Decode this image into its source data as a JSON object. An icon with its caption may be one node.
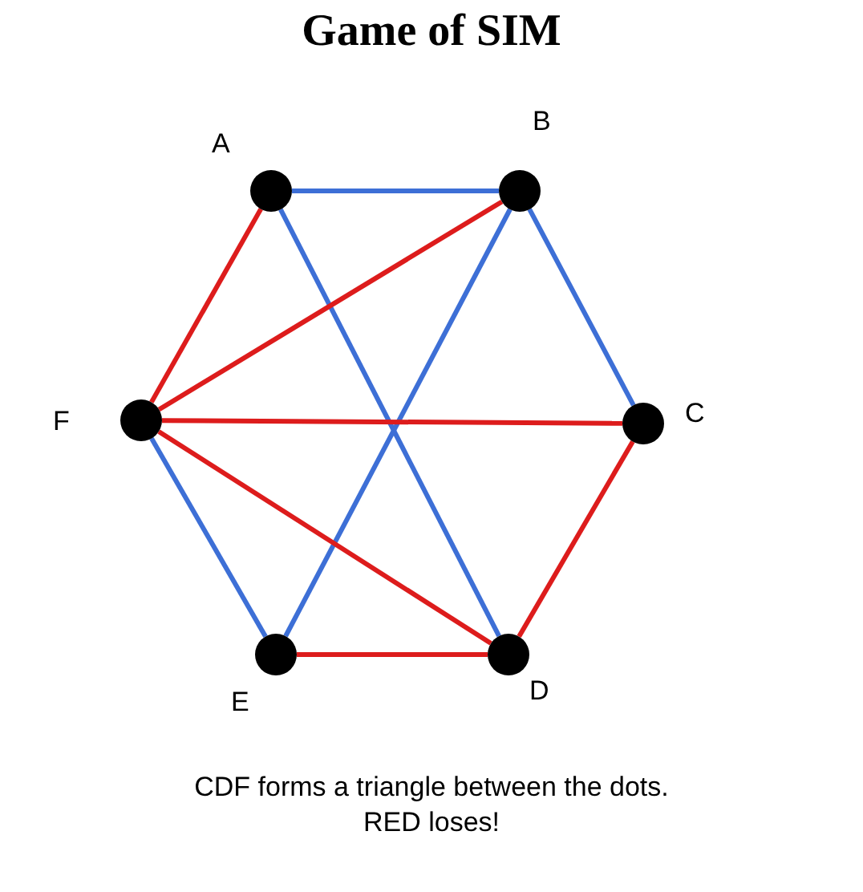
{
  "diagram": {
    "title": "Game of SIM",
    "caption": "CDF forms a triangle between the dots. RED loses!",
    "nodes": [
      {
        "text": [],
        "shape": "circle",
        "beside": [
          "A"
        ]
      },
      {
        "text": [],
        "shape": "circle",
        "beside": [
          "B"
        ]
      },
      {
        "text": [],
        "shape": "circle",
        "beside": [
          "C"
        ]
      },
      {
        "text": [],
        "shape": "circle",
        "beside": [
          "D"
        ]
      },
      {
        "text": [],
        "shape": "circle",
        "beside": [
          "E"
        ]
      },
      {
        "text": [],
        "shape": "circle",
        "beside": [
          "F"
        ]
      }
    ],
    "edges": [
      {
        "from": 0,
        "to": 1,
        "arrow": "none",
        "color": "#3d6fd6"
      },
      {
        "from": 1,
        "to": 2,
        "arrow": "none",
        "color": "#3d6fd6"
      },
      {
        "from": 0,
        "to": 3,
        "arrow": "none",
        "color": "#3d6fd6"
      },
      {
        "from": 1,
        "to": 4,
        "arrow": "none",
        "color": "#3d6fd6"
      },
      {
        "from": 4,
        "to": 5,
        "arrow": "none",
        "color": "#3d6fd6"
      },
      {
        "from": 0,
        "to": 5,
        "arrow": "none"
      },
      {
        "from": 1,
        "to": 5,
        "arrow": "none"
      },
      {
        "from": 5,
        "to": 2,
        "arrow": "none"
      },
      {
        "from": 5,
        "to": 3,
        "arrow": "none"
      },
      {
        "from": 2,
        "to": 3,
        "arrow": "none"
      },
      {
        "from": 4,
        "to": 3,
        "arrow": "none"
      }
    ]
  }
}
